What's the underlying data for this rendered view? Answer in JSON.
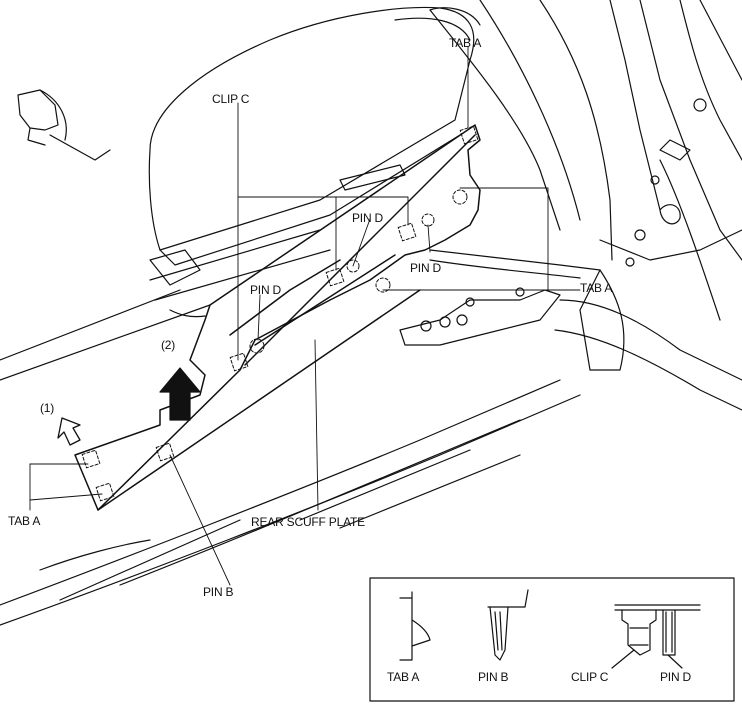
{
  "labels": {
    "tab_a_top": "TAB A",
    "clip_c": "CLIP C",
    "pin_d_upper": "PIN D",
    "pin_d_right": "PIN D",
    "pin_d_left": "PIN D",
    "tab_a_right": "TAB A",
    "step_2": "(2)",
    "step_1": "(1)",
    "tab_a_left": "TAB A",
    "rear_scuff_plate": "REAR SCUFF PLATE",
    "pin_b": "PIN B"
  },
  "legend": {
    "tab_a": "TAB A",
    "pin_b": "PIN B",
    "clip_c": "CLIP C",
    "pin_d": "PIN D"
  },
  "colors": {
    "line": "#111111",
    "background": "#ffffff"
  }
}
